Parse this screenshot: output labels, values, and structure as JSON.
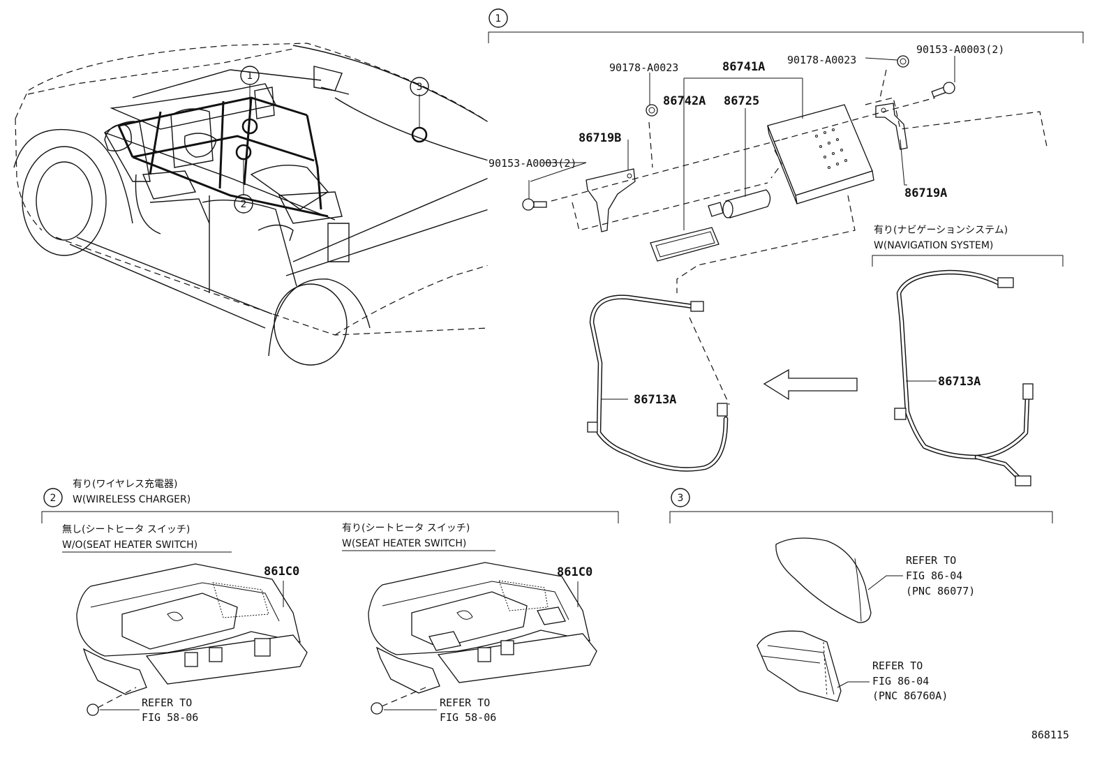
{
  "callouts": {
    "c1": "1",
    "c2": "2",
    "c3": "3"
  },
  "parts": {
    "p90178_left": "90178-A0023",
    "p90178_right": "90178-A0023",
    "p90153_left": "90153-A0003(2)",
    "p90153_right": "90153-A0003(2)",
    "p86741A": "86741A",
    "p86742A": "86742A",
    "p86725": "86725",
    "p86719B": "86719B",
    "p86719A": "86719A",
    "p86713A_left": "86713A",
    "p86713A_right": "86713A",
    "p861C0_left": "861C0",
    "p861C0_right": "861C0"
  },
  "captions": {
    "nav_jp": "有り(ナビゲーションシステム)",
    "nav_en": "W(NAVIGATION SYSTEM)",
    "wc_jp": "有り(ワイヤレス充電器)",
    "wc_en": "W(WIRELESS CHARGER)",
    "woseat_jp": "無し(シートヒータ スイッチ)",
    "woseat_en": "W/O(SEAT HEATER SWITCH)",
    "wseat_jp": "有り(シートヒータ スイッチ)",
    "wseat_en": "W(SEAT HEATER SWITCH)"
  },
  "refs": {
    "r1_a": "REFER TO",
    "r1_b": "FIG 58-06",
    "r2_a": "REFER TO",
    "r2_b": "FIG 58-06",
    "r3_a": "REFER TO",
    "r3_b": "FIG 86-04",
    "r3_c": "(PNC 86077)",
    "r4_a": "REFER TO",
    "r4_b": "FIG 86-04",
    "r4_c": "(PNC 86760A)"
  },
  "figure_number": "868115"
}
